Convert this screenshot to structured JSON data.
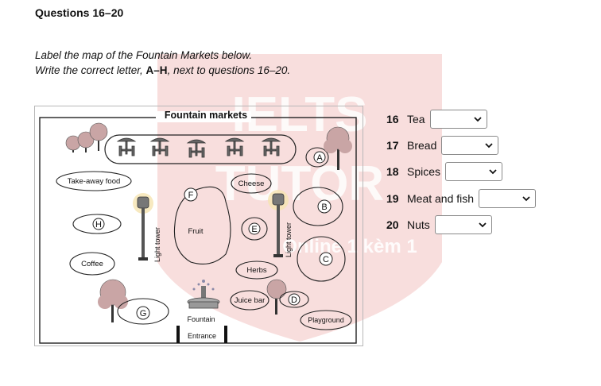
{
  "header": {
    "title": "Questions 16–20",
    "instruction_1": "Label the map of the Fountain Markets below.",
    "instruction_2_pre": "Write the correct letter, ",
    "instruction_2_bold": "A–H",
    "instruction_2_post": ", next to questions 16–20."
  },
  "watermark": {
    "line1": "IELTS",
    "line2": "TUTOR",
    "line3": "Online 1 kèm 1",
    "color": "#d9534f"
  },
  "map": {
    "title": "Fountain markets",
    "labels": {
      "takeaway": "Take-away food",
      "cheese": "Cheese",
      "fruit": "Fruit",
      "coffee": "Coffee",
      "herbs": "Herbs",
      "juice_bar": "Juice bar",
      "fountain": "Fountain",
      "entrance": "Entrance",
      "playground": "Playground",
      "light_tower_left": "Light tower",
      "light_tower_right": "Light tower"
    },
    "letters": [
      "A",
      "B",
      "C",
      "D",
      "E",
      "F",
      "G",
      "H"
    ]
  },
  "questions": [
    {
      "number": "16",
      "label": "Tea",
      "value": ""
    },
    {
      "number": "17",
      "label": "Bread",
      "value": ""
    },
    {
      "number": "18",
      "label": "Spices",
      "value": ""
    },
    {
      "number": "19",
      "label": "Meat and fish",
      "value": ""
    },
    {
      "number": "20",
      "label": "Nuts",
      "value": ""
    }
  ]
}
